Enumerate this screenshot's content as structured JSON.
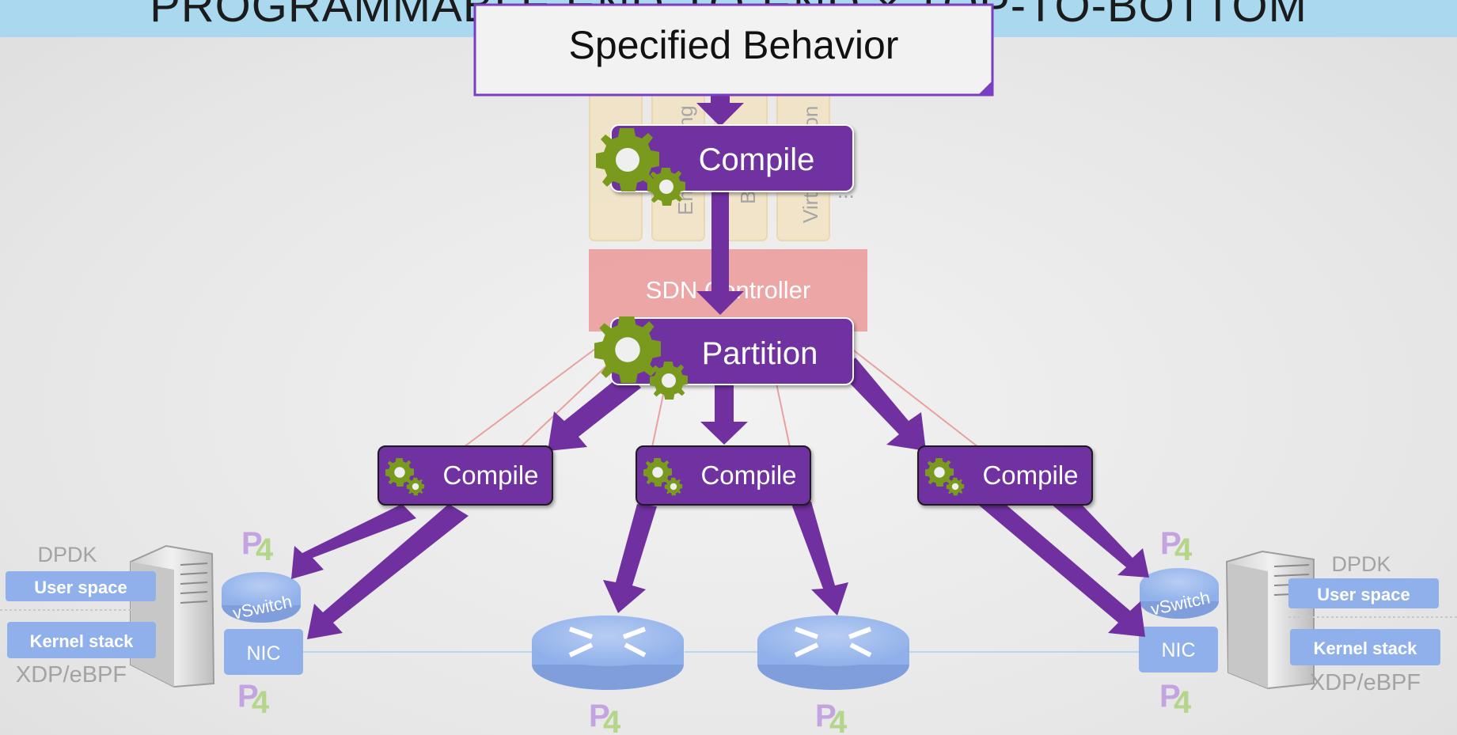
{
  "banner": {
    "title": "PROGRAMMABLE END-TO-END × TOP-TO-BOTTOM"
  },
  "spec": {
    "label": "Specified Behavior"
  },
  "apps": {
    "labels": [
      "Engineering",
      "Billing",
      "Virtualization"
    ],
    "more": "..."
  },
  "controller": {
    "label": "SDN Controller"
  },
  "steps": {
    "top_compile": "Compile",
    "partition": "Partition",
    "compile_left": "Compile",
    "compile_mid": "Compile",
    "compile_right": "Compile"
  },
  "left_host": {
    "dpdk": "DPDK",
    "user_space": "User space",
    "kernel_stack": "Kernel stack",
    "xdp": "XDP/eBPF",
    "nic": "NIC",
    "vswitch": "vSwitch"
  },
  "right_host": {
    "dpdk": "DPDK",
    "user_space": "User space",
    "kernel_stack": "Kernel stack",
    "xdp": "XDP/eBPF",
    "nic": "NIC",
    "vswitch": "vSwitch"
  },
  "p4_logo": "P4",
  "colors": {
    "purple": "#7030a0",
    "gear": "#7a9a1e",
    "banner": "#a9d8ef",
    "router": "#8fb0ea",
    "controller": "#eba1a1",
    "app_panel": "#f2e3c3"
  }
}
